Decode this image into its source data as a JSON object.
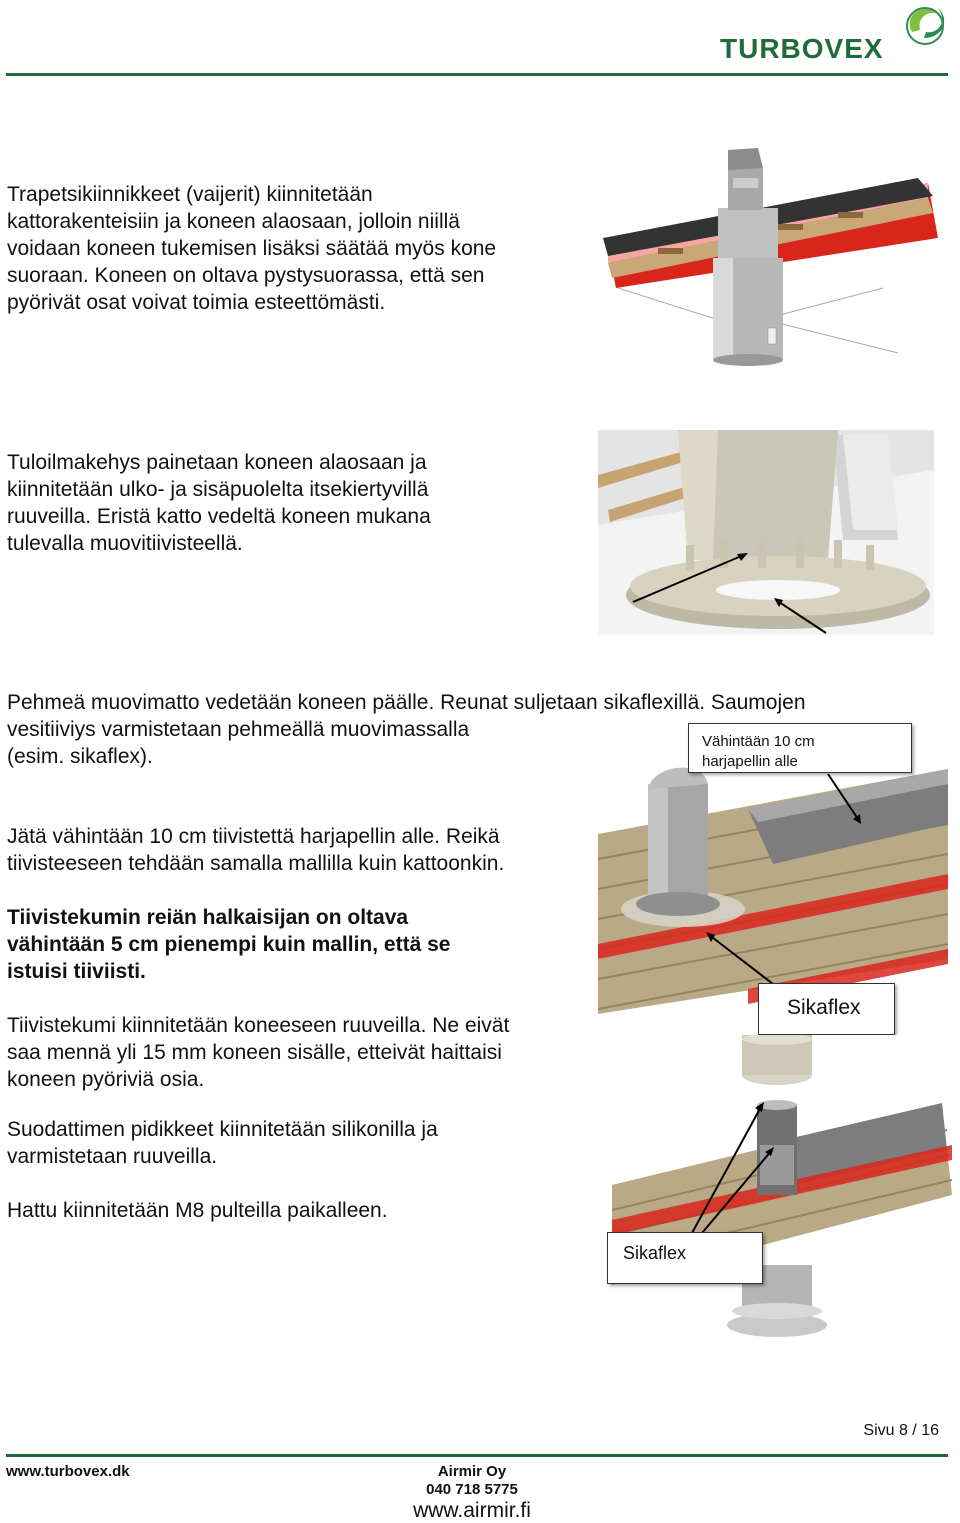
{
  "header": {
    "logo_text": "TURBOVEX"
  },
  "sections": [
    {
      "text": "Trapetsikiinnikkeet (vaijerit) kiinnitetään\nkattorakenteisiin ja koneen alaosaan, jolloin niillä\nvoidaan koneen tukemisen lisäksi säätää myös kone\nsuoraan. Koneen on oltava pystysuorassa, että sen\npyörivät osat voivat toimia esteettömästi."
    },
    {
      "text": "Tuloilmakehys painetaan koneen alaosaan ja\nkiinnitetään ulko- ja sisäpuolelta itsekiertyvillä\nruuveilla. Eristä katto vedeltä koneen mukana\ntulevalla muovitiivisteellä."
    },
    {
      "text_line1": "Pehmeä muovimatto vedetään koneen päälle. Reunat suljetaan sikaflexillä.  Saumojen",
      "text_rest": "vesitiiviys varmistetaan pehmeällä muovimassalla\n(esim. sikaflex)."
    },
    {
      "text_normal_1": "Jätä vähintään 10 cm tiivistettä harjapellin alle. Reikä\ntiivisteeseen tehdään samalla mallilla kuin kattoonkin.",
      "text_bold": "Tiivistekumin reiän halkaisijan on oltava\nvähintään 5 cm pienempi kuin mallin, että se\nistuisi tiiviisti.",
      "text_normal_2": "Tiivistekumi kiinnitetään koneeseen ruuveilla. Ne eivät\nsaa mennä yli 15 mm koneen sisälle, etteivät haittaisi\nkoneen pyöriviä osia."
    },
    {
      "text_1": "Suodattimen pidikkeet kiinnitetään silikonilla ja\nvarmistetaan ruuveilla.",
      "text_2": "Hattu kiinnitetään M8 pulteilla paikalleen."
    }
  ],
  "callouts": {
    "ridge": "Vähintään 10 cm\nharjapellin alle",
    "sikaflex_1": "Sikaflex",
    "sikaflex_2": "Sikaflex"
  },
  "page_number": "Sivu 8 / 16",
  "footer": {
    "left_url": "www.turbovex.dk",
    "company": "Airmir Oy",
    "phone": "040 718 5775",
    "url": "www.airmir.fi"
  },
  "colors": {
    "rule_green": "#1f6b3a",
    "logo_green": "#1f6b3a",
    "roof_red": "#d9261c"
  }
}
